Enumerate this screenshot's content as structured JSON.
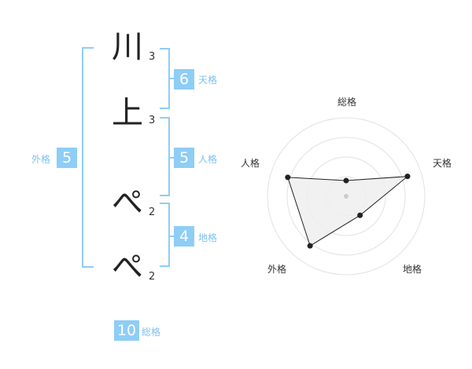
{
  "name_chars": [
    {
      "char": "川",
      "strokes": "3"
    },
    {
      "char": "上",
      "strokes": "3"
    },
    {
      "char": "ぺ",
      "strokes": "2"
    },
    {
      "char": "ぺ",
      "strokes": "2"
    }
  ],
  "kakusu": {
    "tenkaku": {
      "value": "6",
      "label": "天格"
    },
    "jinkaku": {
      "value": "5",
      "label": "人格"
    },
    "chikaku": {
      "value": "4",
      "label": "地格"
    },
    "gaikaku": {
      "value": "5",
      "label": "外格"
    },
    "soukaku": {
      "value": "10",
      "label": "総格"
    }
  },
  "chart_data": {
    "type": "radar",
    "axes": [
      "総格",
      "天格",
      "地格",
      "外格",
      "人格"
    ],
    "values": [
      0.2,
      0.82,
      0.3,
      0.78,
      0.78
    ],
    "range": [
      0,
      1
    ],
    "rings": 4,
    "fill_color": "#eeeeee",
    "line_color": "#222222"
  }
}
